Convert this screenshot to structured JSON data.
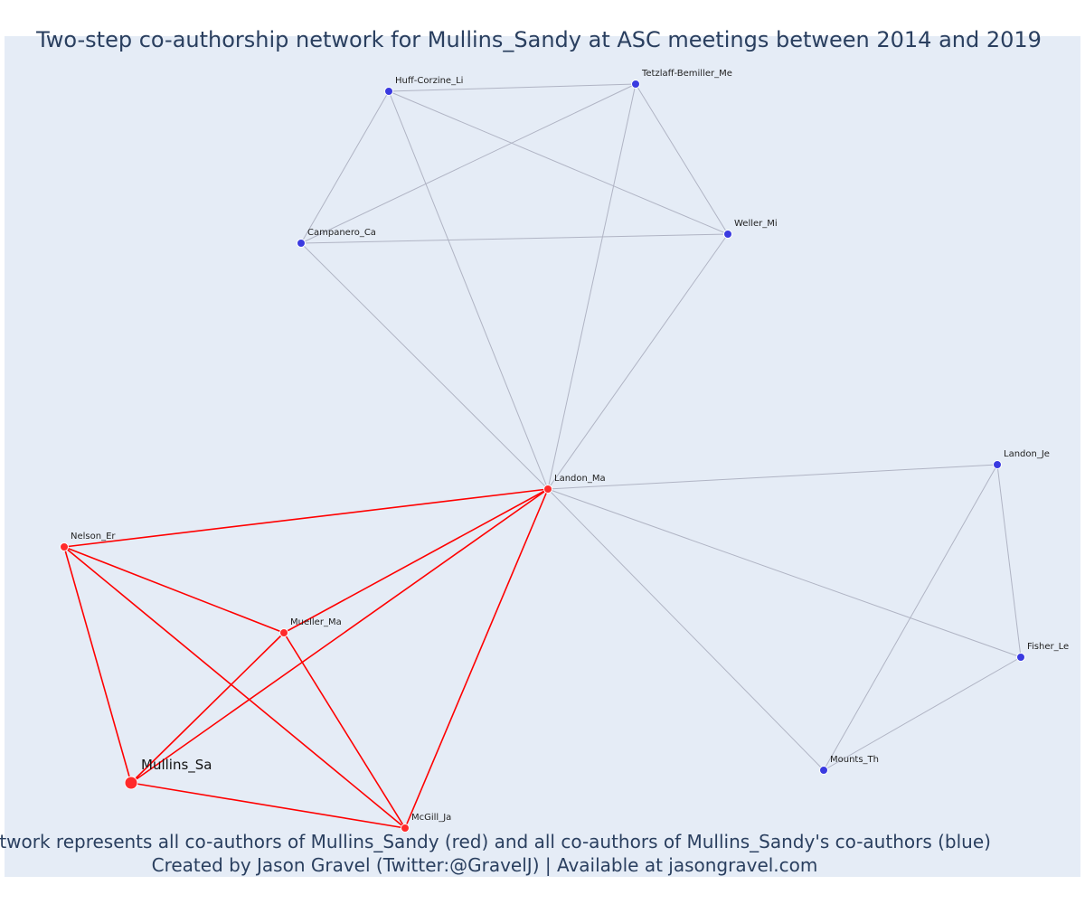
{
  "title": "Two-step co-authorship network for Mullins_Sandy at ASC meetings between 2014 and 2019",
  "caption": {
    "line1": "Network represents all co-authors of Mullins_Sandy (red) and all co-authors of Mullins_Sandy's co-authors (blue)",
    "line2": "Created by Jason Gravel (Twitter:@GravelJ) | Available at jasongravel.com"
  },
  "colors": {
    "plot_background": "#e5ecf6",
    "coauthor_node": "#ff2a2a",
    "second_step_node": "#3a3ae0",
    "coauthor_edge": "#ff0000",
    "second_step_edge": "#b0b4c4",
    "text": "#2a3f5f"
  },
  "nodes": [
    {
      "id": "Mullins_Sa",
      "label": "Mullins_Sa",
      "group": "focal"
    },
    {
      "id": "Landon_Ma",
      "label": "Landon_Ma",
      "group": "coauthor"
    },
    {
      "id": "Nelson_Er",
      "label": "Nelson_Er",
      "group": "coauthor"
    },
    {
      "id": "Mueller_Ma",
      "label": "Mueller_Ma",
      "group": "coauthor"
    },
    {
      "id": "McGill_Ja",
      "label": "McGill_Ja",
      "group": "coauthor"
    },
    {
      "id": "Huff-Corzine_Li",
      "label": "Huff-Corzine_Li",
      "group": "second"
    },
    {
      "id": "Tetzlaff-Bemiller_Me",
      "label": "Tetzlaff-Bemiller_Me",
      "group": "second"
    },
    {
      "id": "Campanero_Ca",
      "label": "Campanero_Ca",
      "group": "second"
    },
    {
      "id": "Weller_Mi",
      "label": "Weller_Mi",
      "group": "second"
    },
    {
      "id": "Landon_Je",
      "label": "Landon_Je",
      "group": "second"
    },
    {
      "id": "Fisher_Le",
      "label": "Fisher_Le",
      "group": "second"
    },
    {
      "id": "Mounts_Th",
      "label": "Mounts_Th",
      "group": "second"
    }
  ],
  "edges": [
    {
      "source": "Mullins_Sa",
      "target": "Nelson_Er",
      "type": "coauthor"
    },
    {
      "source": "Mullins_Sa",
      "target": "Mueller_Ma",
      "type": "coauthor"
    },
    {
      "source": "Mullins_Sa",
      "target": "Landon_Ma",
      "type": "coauthor"
    },
    {
      "source": "Mullins_Sa",
      "target": "McGill_Ja",
      "type": "coauthor"
    },
    {
      "source": "Nelson_Er",
      "target": "Landon_Ma",
      "type": "coauthor"
    },
    {
      "source": "Nelson_Er",
      "target": "Mueller_Ma",
      "type": "coauthor"
    },
    {
      "source": "Nelson_Er",
      "target": "McGill_Ja",
      "type": "coauthor"
    },
    {
      "source": "Mueller_Ma",
      "target": "Landon_Ma",
      "type": "coauthor"
    },
    {
      "source": "Mueller_Ma",
      "target": "McGill_Ja",
      "type": "coauthor"
    },
    {
      "source": "McGill_Ja",
      "target": "Landon_Ma",
      "type": "coauthor"
    },
    {
      "source": "Huff-Corzine_Li",
      "target": "Tetzlaff-Bemiller_Me",
      "type": "second"
    },
    {
      "source": "Huff-Corzine_Li",
      "target": "Campanero_Ca",
      "type": "second"
    },
    {
      "source": "Huff-Corzine_Li",
      "target": "Weller_Mi",
      "type": "second"
    },
    {
      "source": "Huff-Corzine_Li",
      "target": "Landon_Ma",
      "type": "second"
    },
    {
      "source": "Tetzlaff-Bemiller_Me",
      "target": "Campanero_Ca",
      "type": "second"
    },
    {
      "source": "Tetzlaff-Bemiller_Me",
      "target": "Weller_Mi",
      "type": "second"
    },
    {
      "source": "Tetzlaff-Bemiller_Me",
      "target": "Landon_Ma",
      "type": "second"
    },
    {
      "source": "Campanero_Ca",
      "target": "Weller_Mi",
      "type": "second"
    },
    {
      "source": "Campanero_Ca",
      "target": "Landon_Ma",
      "type": "second"
    },
    {
      "source": "Weller_Mi",
      "target": "Landon_Ma",
      "type": "second"
    },
    {
      "source": "Landon_Ma",
      "target": "Landon_Je",
      "type": "second"
    },
    {
      "source": "Landon_Ma",
      "target": "Fisher_Le",
      "type": "second"
    },
    {
      "source": "Landon_Ma",
      "target": "Mounts_Th",
      "type": "second"
    },
    {
      "source": "Landon_Je",
      "target": "Fisher_Le",
      "type": "second"
    },
    {
      "source": "Landon_Je",
      "target": "Mounts_Th",
      "type": "second"
    },
    {
      "source": "Fisher_Le",
      "target": "Mounts_Th",
      "type": "second"
    }
  ]
}
